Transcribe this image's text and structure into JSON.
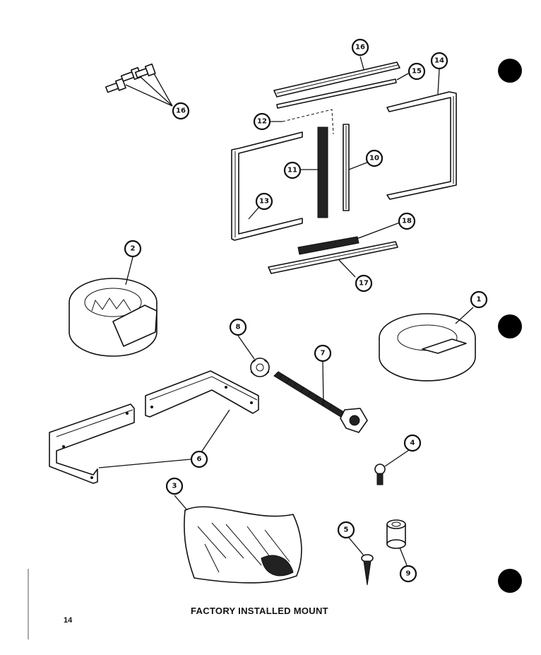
{
  "caption": "FACTORY INSTALLED MOUNT",
  "page_number": "14",
  "callouts": {
    "c1": "1",
    "c2": "2",
    "c3": "3",
    "c4": "4",
    "c5": "5",
    "c6": "6",
    "c7": "7",
    "c8": "8",
    "c9": "9",
    "c10": "10",
    "c11": "11",
    "c12": "12",
    "c13": "13",
    "c14": "14",
    "c15": "15",
    "c16a": "16",
    "c16b": "16",
    "c17": "17",
    "c18": "18"
  },
  "colors": {
    "ink": "#111111",
    "paper": "#ffffff"
  }
}
